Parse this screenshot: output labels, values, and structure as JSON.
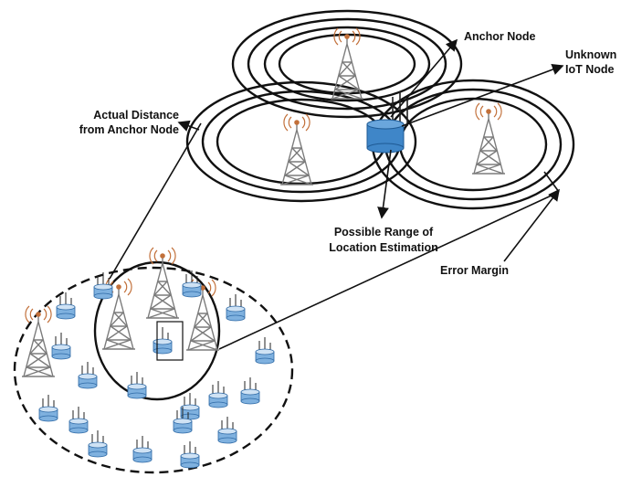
{
  "labels": {
    "anchor_node": "Anchor Node",
    "unknown_line1": "Unknown",
    "unknown_line2": "IoT Node",
    "actual_line1": "Actual Distance",
    "actual_line2": "from Anchor Node",
    "range_line1": "Possible Range of",
    "range_line2": "Location Estimation",
    "error_margin": "Error Margin"
  },
  "colors": {
    "tower": "#8a8a8a",
    "antenna_waves": "#c2703a",
    "iot_node": "#3f86c8",
    "iot_node_small": "#9ec3e4",
    "lines": "#111111"
  },
  "icons": {
    "anchor": "cell-tower-icon",
    "node": "iot-node-icon"
  }
}
